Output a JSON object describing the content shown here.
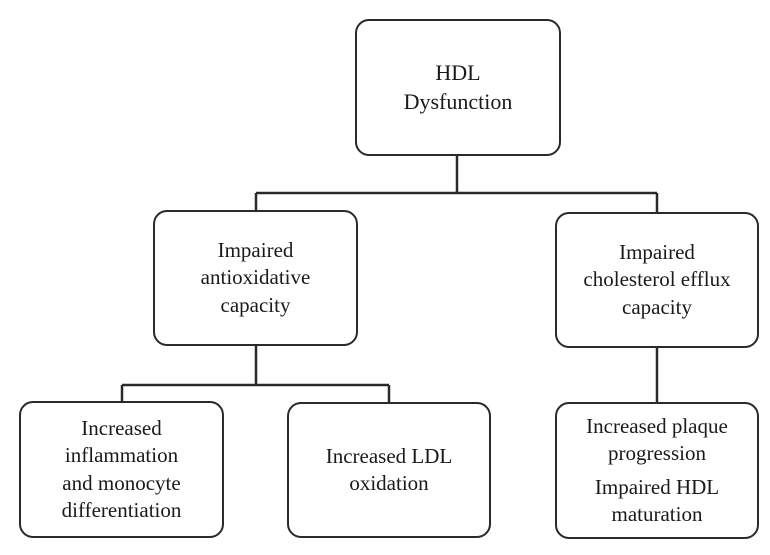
{
  "nodes": {
    "root": {
      "lines": [
        "HDL",
        "Dysfunction"
      ]
    },
    "antioxidative": {
      "lines": [
        "Impaired",
        "antioxidative",
        "capacity"
      ]
    },
    "cholesterol": {
      "lines": [
        "Impaired",
        "cholesterol efflux",
        "capacity"
      ]
    },
    "inflammation": {
      "lines": [
        "Increased",
        "inflammation",
        "and monocyte",
        "differentiation"
      ]
    },
    "ldl": {
      "lines": [
        "Increased LDL",
        "oxidation"
      ]
    },
    "plaque": {
      "lines": [
        "Increased plaque",
        "progression",
        "Impaired HDL",
        "maturation"
      ]
    }
  },
  "colors": {
    "stroke": "#2a2a2a",
    "text": "#1a1a1a",
    "background": "#ffffff"
  }
}
